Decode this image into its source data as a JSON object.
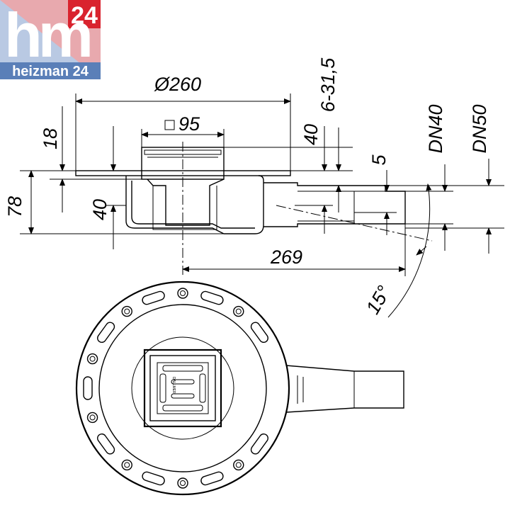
{
  "logo": {
    "main_text": "hm",
    "superscript": "24",
    "tagline": "heizman 24",
    "colors": {
      "red": "#d9232e",
      "blue": "#5a7fb8",
      "pink": "#e8a9ae",
      "light_blue": "#b9c9e3"
    }
  },
  "dimensions": {
    "diameter": "Ø260",
    "square": "95",
    "height_18": "18",
    "height_78": "78",
    "height_40_left": "40",
    "height_40_right": "40",
    "range": "6-31,5",
    "gap_5": "5",
    "dn40": "DN40",
    "dn50": "DN50",
    "length_269": "269",
    "angle": "15°"
  },
  "grate_brand": "DALLMER"
}
